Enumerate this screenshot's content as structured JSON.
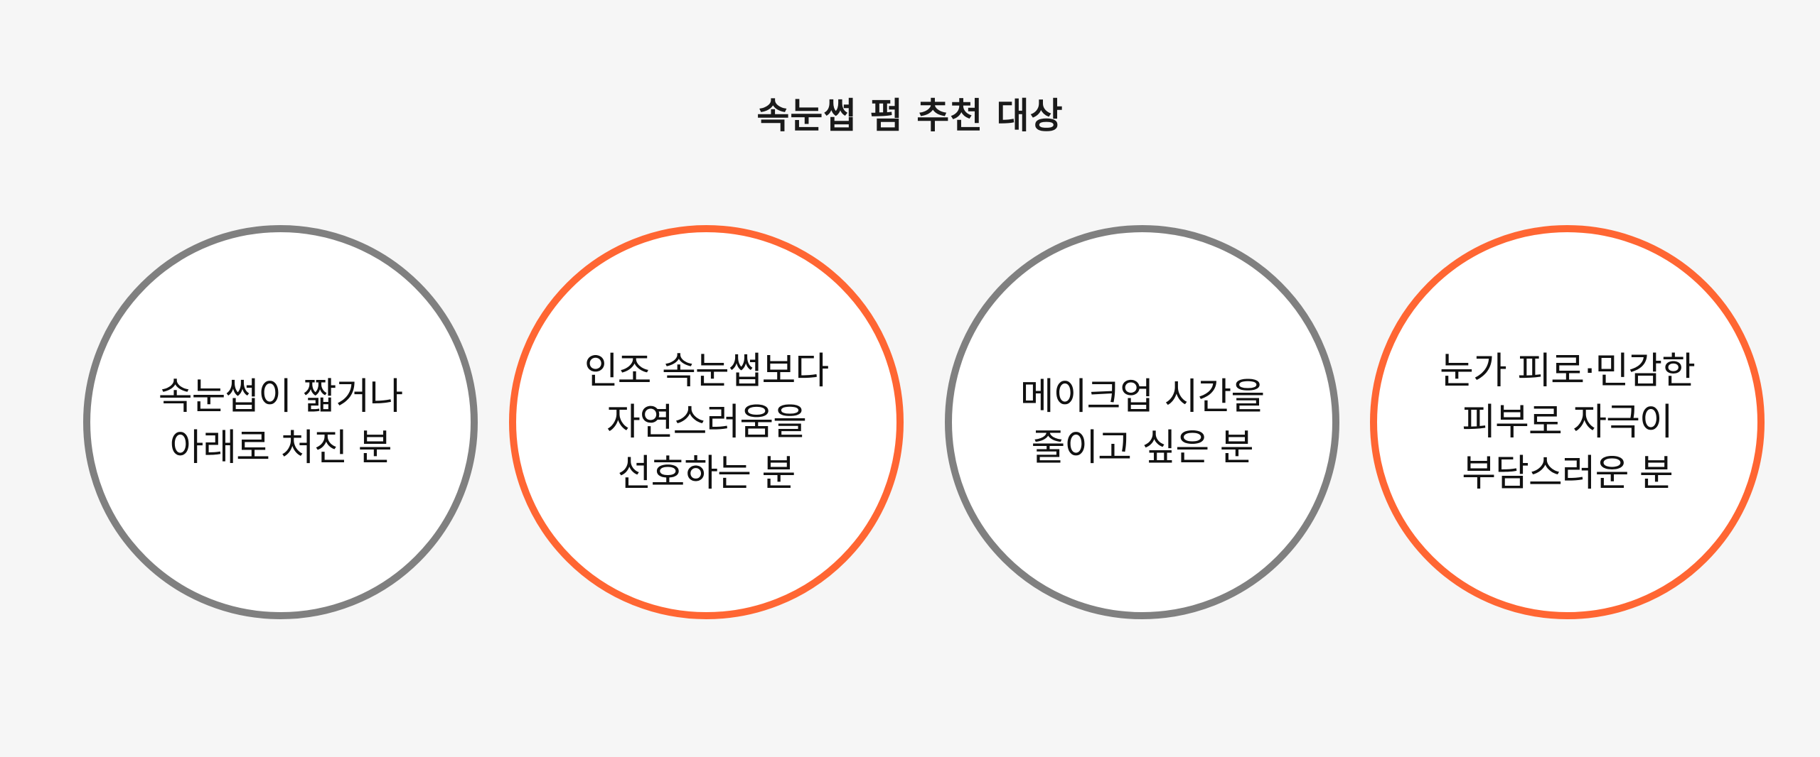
{
  "title": "속눈썹 펌 추천 대상",
  "colors": {
    "background": "#f6f6f6",
    "circle_fill": "#ffffff",
    "gray_border": "#808080",
    "accent_border": "#ff6633",
    "text": "#111111"
  },
  "items": [
    {
      "border": "gray",
      "lines": [
        "속눈썹이 짧거나",
        "아래로 처진 분"
      ]
    },
    {
      "border": "accent",
      "lines": [
        "인조 속눈썹보다",
        "자연스러움을",
        "선호하는 분"
      ]
    },
    {
      "border": "gray",
      "lines": [
        "메이크업 시간을",
        "줄이고 싶은 분"
      ]
    },
    {
      "border": "accent",
      "lines": [
        "눈가 피로·민감한",
        "피부로 자극이",
        "부담스러운 분"
      ]
    }
  ]
}
